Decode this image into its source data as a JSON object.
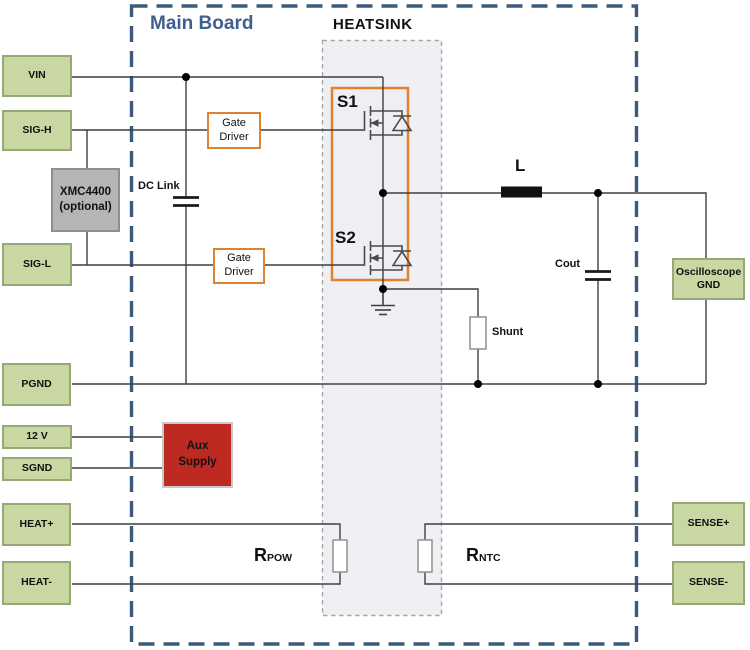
{
  "title": "Main Board",
  "heatsink_label": "HEATSINK",
  "terminals": {
    "vin": "VIN",
    "sig_h": "SIG-H",
    "sig_l": "SIG-L",
    "pgnd": "PGND",
    "v12": "12 V",
    "sgnd": "SGND",
    "heat_plus": "HEAT+",
    "heat_minus": "HEAT-",
    "oscilloscope_gnd_line1": "Oscilloscope",
    "oscilloscope_gnd_line2": "GND",
    "sense_plus": "SENSE+",
    "sense_minus": "SENSE-"
  },
  "blocks": {
    "mcu_line1": "XMC4400",
    "mcu_line2": "(optional)",
    "gate_driver_line1": "Gate",
    "gate_driver_line2": "Driver",
    "aux_line1": "Aux",
    "aux_line2": "Supply"
  },
  "components": {
    "dc_link": "DC Link",
    "inductor": "L",
    "cout": "Cout",
    "shunt": "Shunt",
    "s1": "S1",
    "s2": "S2",
    "r_pow_main": "R",
    "r_pow_sub": "POW",
    "r_ntc_main": "R",
    "r_ntc_sub": "NTC"
  },
  "colors": {
    "terminal_fill": "#c9d7a2",
    "terminal_border": "#97a877",
    "board_border": "#3c5a7c",
    "board_title_text": "#3f5f8c",
    "heatsink_fill": "#eef0f3",
    "heatsink_border": "#a8a8a8",
    "module_outline": "#e0812f",
    "gate_driver_border": "#e0812f",
    "aux_fill": "#be2a21",
    "mcu_fill": "#b5b5b6",
    "wire": "#3f3f3f"
  }
}
